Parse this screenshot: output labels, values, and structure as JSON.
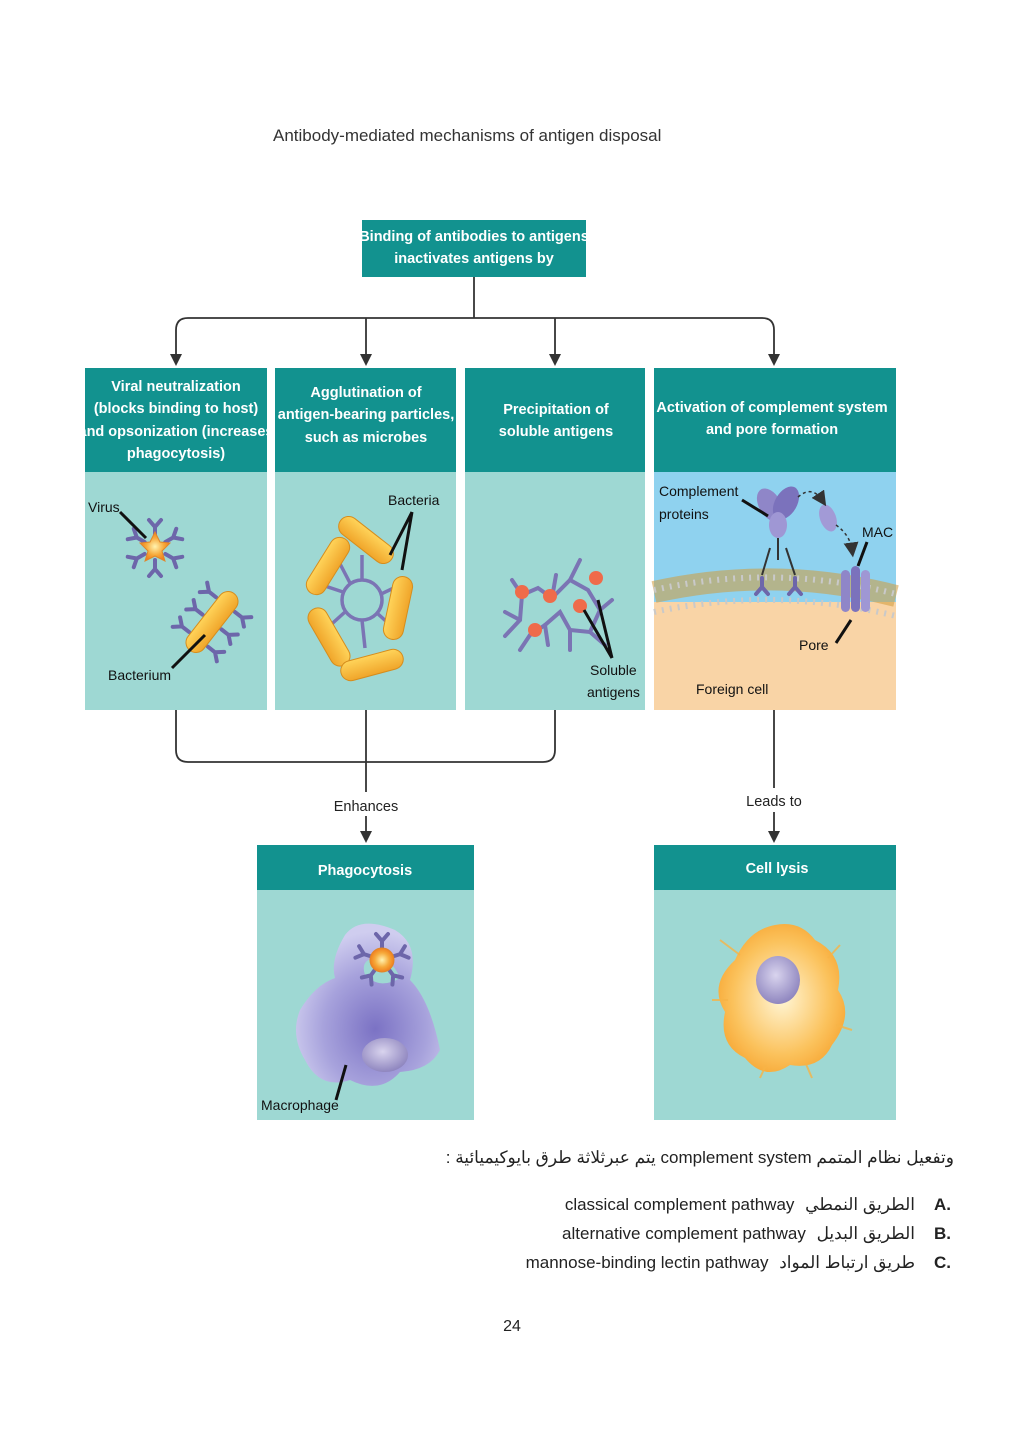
{
  "caption": "Antibody-mediated mechanisms of antigen disposal",
  "diagram": {
    "top_box": [
      "Binding of antibodies to antigens",
      "inactivates antigens by"
    ],
    "panels": [
      {
        "title": [
          "Viral neutralization",
          "(blocks binding to host)",
          "and opsonization (increases",
          "phagocytosis)"
        ],
        "labels": [
          "Virus",
          "Bacterium"
        ]
      },
      {
        "title": [
          "Agglutination of",
          "antigen-bearing particles,",
          "such as microbes"
        ],
        "labels": [
          "Bacteria"
        ]
      },
      {
        "title": [
          "Precipitation of",
          "soluble antigens"
        ],
        "labels": [
          "Soluble",
          "antigens"
        ]
      },
      {
        "title": [
          "Activation of complement system",
          "and pore formation"
        ],
        "labels": [
          "Complement",
          "proteins",
          "MAC",
          "Pore",
          "Foreign cell"
        ]
      }
    ],
    "enhances": "Enhances",
    "leads_to": "Leads to",
    "phagocytosis": {
      "title": "Phagocytosis",
      "label": "Macrophage"
    },
    "cell_lysis": {
      "title": "Cell lysis"
    }
  },
  "text": {
    "intro_ar_1": "وتفعيل نظام المتمم",
    "intro_en": "complement system",
    "intro_ar_2": "يتم عبرثلاثة طرق بايوكيميائية :",
    "items": [
      {
        "letter": "A.",
        "ar": "الطريق النمطي",
        "en": "classical complement pathway"
      },
      {
        "letter": "B.",
        "ar": "الطريق البديل",
        "en": "alternative complement pathway"
      },
      {
        "letter": "C.",
        "ar": "طريق ارتباط المواد",
        "en": "mannose-binding lectin pathway"
      }
    ]
  },
  "page_number": "24",
  "colors": {
    "header": "#12928f",
    "panel": "#9ed8d3",
    "sky": "#8fd2ef",
    "cell": "#f9d4a6",
    "antibody": "#7b74b4",
    "bacteria": "#f4b536"
  }
}
